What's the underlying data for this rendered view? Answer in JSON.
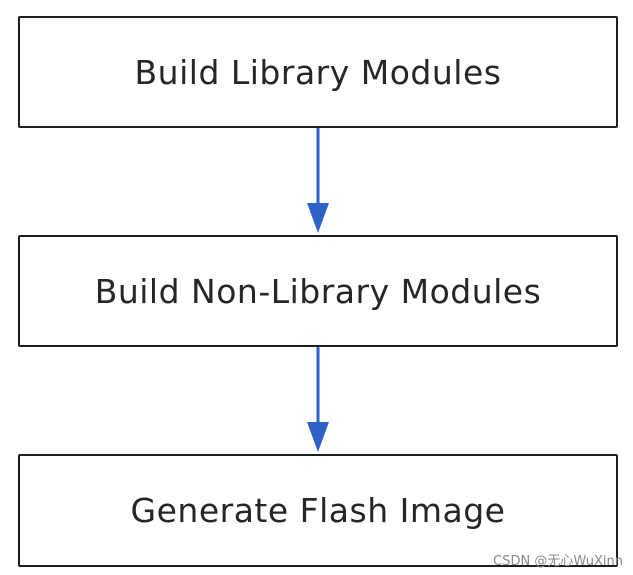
{
  "diagram": {
    "steps": [
      {
        "label": "Build Library Modules"
      },
      {
        "label": "Build Non-Library Modules"
      },
      {
        "label": "Generate Flash Image"
      }
    ],
    "arrow_color": "#2f62c7",
    "border_color": "#1f1f1f"
  },
  "watermark": {
    "text": "CSDN @无心WuXinn"
  }
}
